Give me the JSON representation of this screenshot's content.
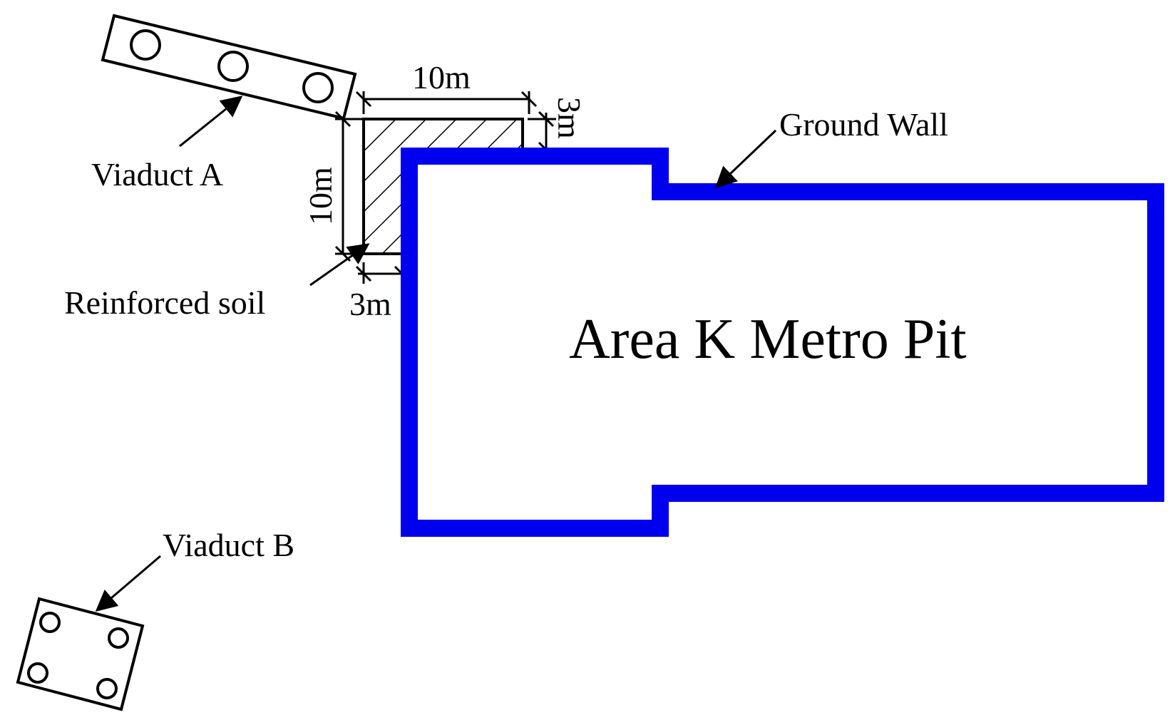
{
  "labels": {
    "viaduct_a": "Viaduct A",
    "viaduct_b": "Viaduct B",
    "reinforced_soil": "Reinforced soil",
    "ground_wall": "Ground Wall",
    "pit": "Area K Metro Pit",
    "dim_top": "10m",
    "dim_left": "10m",
    "dim_right": "3m",
    "dim_bottom": "3m"
  },
  "colors": {
    "ground_wall": "#0000ee",
    "line": "#000000",
    "background": "#ffffff"
  }
}
